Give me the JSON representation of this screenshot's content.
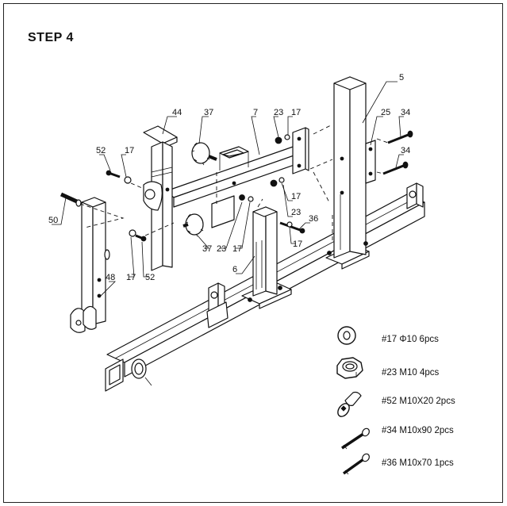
{
  "step_title": "STEP 4",
  "callouts": {
    "c5": "5",
    "c44": "44",
    "c37a": "37",
    "c7": "7",
    "c23a": "23",
    "c17a": "17",
    "c25": "25",
    "c34a": "34",
    "c34b": "34",
    "c52a": "52",
    "c17b": "17",
    "c50": "50",
    "c17c": "17",
    "c23b": "23",
    "c36": "36",
    "c17d": "17",
    "c37b": "37",
    "c23c": "23",
    "c17e": "17",
    "c6": "6",
    "c17f": "17",
    "c52b": "52",
    "c48": "48"
  },
  "hardware": [
    {
      "label": "#17 Φ10 6pcs",
      "icon": "washer-icon"
    },
    {
      "label": "#23 M10 4pcs",
      "icon": "hex-nut-icon"
    },
    {
      "label": "#52 M10X20 2pcs",
      "icon": "button-head-bolt-icon"
    },
    {
      "label": "#34 M10x90 2pcs",
      "icon": "long-bolt-icon"
    },
    {
      "label": "#36 M10x70 1pcs",
      "icon": "long-bolt-icon"
    }
  ]
}
